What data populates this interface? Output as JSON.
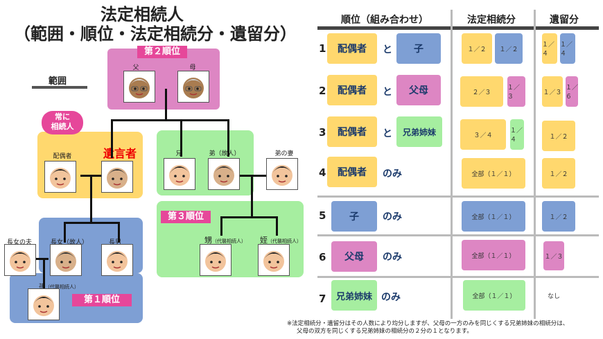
{
  "title": {
    "line1": "法定相続人",
    "line2": "（範囲・順位・法定相続分・遺留分）"
  },
  "scope_label": "範囲",
  "ranks": {
    "second": "第２順位",
    "third": "第３順位",
    "first": "第１順位"
  },
  "always_heir": {
    "line1": "常に",
    "line2": "相続人"
  },
  "people": {
    "father": "父",
    "mother": "母",
    "spouse": "配偶者",
    "deceased": "遺言者",
    "elder_brother": "兄",
    "younger_brother": "弟（故人）",
    "brother_wife": "弟の妻",
    "eldest_daughter_husband": "長女の夫",
    "eldest_daughter": "長女（故人）",
    "eldest_son": "長男",
    "nephew": "甥",
    "niece": "姪",
    "grandchild": "孫",
    "representative": "（代襲相続人）"
  },
  "table": {
    "headers": [
      "順位（組み合わせ）",
      "法定相続分",
      "遺留分"
    ],
    "rows": [
      {
        "num": "1",
        "a": "配偶者",
        "conj": "と",
        "b": "子",
        "shares": [
          "１／２",
          "１／２"
        ],
        "reserved": [
          "１／４",
          "１／４"
        ]
      },
      {
        "num": "2",
        "a": "配偶者",
        "conj": "と",
        "b": "父母",
        "shares": [
          "２／３",
          "１／３"
        ],
        "reserved": [
          "１／３",
          "１／６"
        ]
      },
      {
        "num": "3",
        "a": "配偶者",
        "conj": "と",
        "b": "兄弟姉妹",
        "shares": [
          "３／４",
          "１／４"
        ],
        "reserved": [
          "１／２"
        ]
      },
      {
        "num": "4",
        "a": "配偶者",
        "conj": "のみ",
        "shares": [
          "全部（１／１）"
        ],
        "reserved": [
          "１／２"
        ]
      },
      {
        "num": "5",
        "a": "子",
        "conj": "のみ",
        "shares": [
          "全部（１／１）"
        ],
        "reserved": [
          "１／２"
        ]
      },
      {
        "num": "6",
        "a": "父母",
        "conj": "のみ",
        "shares": [
          "全部（１／１）"
        ],
        "reserved": [
          "１／３"
        ]
      },
      {
        "num": "7",
        "a": "兄弟姉妹",
        "conj": "のみ",
        "shares": [
          "全部（１／１）"
        ],
        "reserved_text": "なし"
      }
    ]
  },
  "footnote": {
    "line1": "※法定相続分・遺留分はその人数により均分しますが、父母の一方のみを同じくする兄弟姉妹の相続分は、",
    "line2": "父母の双方を同じくする兄弟姉妹の相続分の２分の１となります。"
  },
  "colors": {
    "yellow": "#ffd86e",
    "blue": "#7e9fd4",
    "pink": "#dd86c3",
    "green": "#a6eea0",
    "rank_pink": "#e6479a"
  }
}
